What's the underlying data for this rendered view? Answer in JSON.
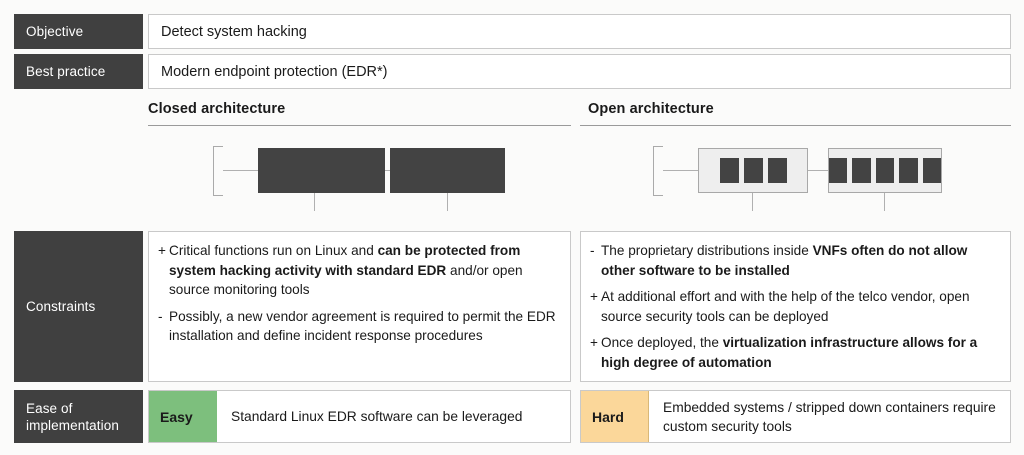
{
  "rows": {
    "objective": {
      "label": "Objective",
      "value": "Detect system hacking"
    },
    "best_practice": {
      "label": "Best practice",
      "value": "Modern endpoint protection (EDR*)"
    },
    "constraints": {
      "label": "Constraints"
    },
    "ease": {
      "label": "Ease of\nimplementation"
    }
  },
  "columns": {
    "closed": {
      "heading": "Closed architecture",
      "diagram": {
        "type": "closed-architecture",
        "nodes": [
          {
            "name": "monolithic-node-1",
            "style": "solid"
          },
          {
            "name": "monolithic-node-2",
            "style": "solid"
          }
        ]
      },
      "constraints": [
        {
          "sign": "+",
          "parts": [
            {
              "text": "Critical functions run on Linux and ",
              "bold": false
            },
            {
              "text": "can be protected from system hacking activity with standard EDR",
              "bold": true
            },
            {
              "text": " and/or open source monitoring tools",
              "bold": false
            }
          ]
        },
        {
          "sign": "-",
          "parts": [
            {
              "text": "Possibly, a new vendor agreement is required to permit the EDR installation and define incident response procedures",
              "bold": false
            }
          ]
        }
      ],
      "ease": {
        "badge": "Easy",
        "badge_color": "#7dbf7d",
        "description": "Standard Linux EDR software can be leveraged"
      }
    },
    "open": {
      "heading": "Open architecture",
      "diagram": {
        "type": "open-architecture",
        "nodes": [
          {
            "name": "vnf-host-1",
            "style": "container",
            "chips": 3
          },
          {
            "name": "vnf-host-2",
            "style": "container",
            "chips": 5
          }
        ]
      },
      "constraints": [
        {
          "sign": "-",
          "parts": [
            {
              "text": "The proprietary distributions inside ",
              "bold": false
            },
            {
              "text": "VNFs often do not allow other software to be installed",
              "bold": true
            }
          ]
        },
        {
          "sign": "+",
          "parts": [
            {
              "text": "At additional effort and with the help of the telco vendor, open source security tools can be deployed",
              "bold": false
            }
          ]
        },
        {
          "sign": "+",
          "parts": [
            {
              "text": "Once deployed, the ",
              "bold": false
            },
            {
              "text": "virtualization infrastructure allows for a high degree of automation",
              "bold": true
            }
          ]
        }
      ],
      "ease": {
        "badge": "Hard",
        "badge_color": "#fbd79a",
        "description": "Embedded systems / stripped down containers require custom security tools"
      }
    }
  },
  "colors": {
    "label_cell_bg": "#404040",
    "label_cell_text": "#ffffff",
    "value_cell_bg": "#ffffff",
    "border": "#c9c9c9",
    "node_solid": "#434343",
    "node_container": "#eeeeee",
    "connector": "#b0b0b0",
    "page_bg": "#fbfbfa",
    "easy_badge": "#7dbf7d",
    "hard_badge": "#fbd79a"
  }
}
